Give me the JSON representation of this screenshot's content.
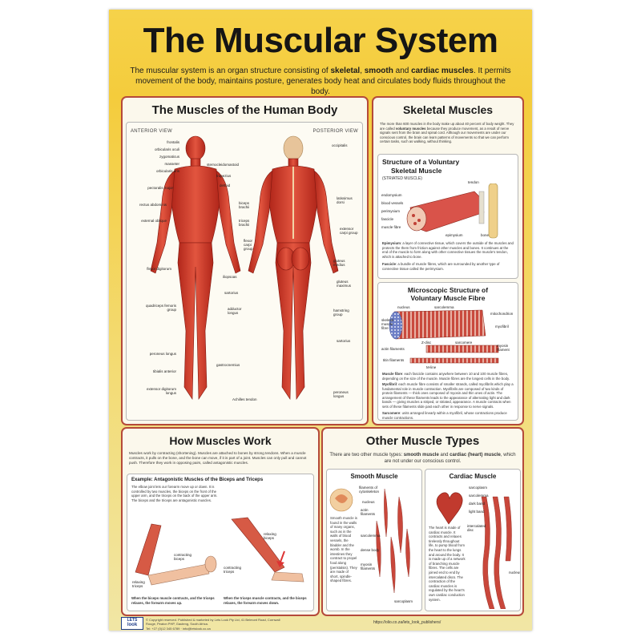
{
  "title": "The Muscular System",
  "intro": {
    "text_1": "The muscular system is an organ structure consisting of ",
    "skeletal": "skeletal",
    "sep_1": ", ",
    "smooth": "smooth",
    "sep_2": " and ",
    "cardiac": "cardiac muscles",
    "text_2": ". It permits movement of the body, maintains posture, generates body heat and circulates body fluids throughout the body."
  },
  "human_body": {
    "heading": "The Muscles of the Human Body",
    "anterior_view": "ANTERIOR VIEW",
    "posterior_view": "POSTERIOR VIEW",
    "labels": {
      "frontalis": "frontalis",
      "orbicularis_oculi": "orbicularis oculi",
      "zygomaticus": "zygomaticus",
      "masseter": "masseter",
      "orbicularis_oris": "orbicularis oris",
      "pectoralis_major": "pectoralis major",
      "rectus_abdominis": "rectus abdominis",
      "external_oblique": "external oblique",
      "flexor_digitorum": "flexor digitorum",
      "quadriceps": "quadriceps femoris group",
      "peroneus_longus": "peroneus longus",
      "tibialis_anterior": "tibialis anterior",
      "extensor_digitorum": "extensor digitorum longus",
      "sternocleidomastoid": "sternocleidomastoid",
      "trapezius": "trapezius",
      "deltoid": "deltoid",
      "biceps": "biceps brachii",
      "triceps": "triceps brachii",
      "flexor_carpi": "flexor carpi group",
      "iliopsoas": "iliopsoas",
      "sartorius": "sartorius",
      "adductor_longus": "adductor longus",
      "gastrocnemius": "gastrocnemius",
      "achilles": "Achilles tendon",
      "occipitalis": "occipitalis",
      "latissimus": "latissimus dorsi",
      "extensor_carpi": "extensor carpi group",
      "gluteus_medius": "gluteus medius",
      "gluteus_maximus": "gluteus maximus",
      "hamstring": "hamstring group",
      "sartorius_back": "sartorius",
      "peroneus_back": "peroneus longus"
    }
  },
  "skeletal": {
    "heading": "Skeletal Muscles",
    "text_1": "The more than 600 muscles in the body make up about 40 percent of body weight. They are called ",
    "voluntary": "voluntary muscles",
    "text_2": " because they produce movement, as a result of nerve signals sent from the brain and spinal cord. Although our movements are under our conscious control, the brain can learn patterns of movements so that we can perform certain tasks, such as walking, without thinking.",
    "structure": {
      "heading_1": "Structure of a Voluntary",
      "heading_2": "Skeletal Muscle",
      "subheading": "(STRIATED MUSCLE)",
      "labels": [
        "endomysium",
        "blood vessels",
        "perimysium",
        "fascicle",
        "muscle fibre",
        "epimysium",
        "tendon",
        "bone"
      ],
      "epimysium_term": "Epimysium",
      "epimysium_text": ": a layer of connective tissue, which covers the outside of the muscles and protects the them from friction against other muscles and bones. It continues at the end of the muscle to form along with other connective tissues the muscle's tendon, which is attached to bone.",
      "fascicle_term": "Fascicle",
      "fascicle_text": ": a bundle of muscle fibres, which are surrounded by another type of connective tissue called the perimysium."
    },
    "micro": {
      "heading_1": "Microscopic Structure of",
      "heading_2": "Voluntary Muscle Fibre",
      "labels": [
        "sarcolemma",
        "nucleus",
        "mitochondrion",
        "skeletal muscle fibre",
        "myofibril",
        "actin filaments",
        "Z-disc",
        "sarcomere",
        "myosin filament",
        "M-line",
        "titin filaments"
      ],
      "p1_term": "Muscle fibre",
      "p1_text": ": each fascicle contains anywhere between 10 and 100 muscle fibres, depending on the size of the muscle. Muscle fibres are the longest cells in the body.",
      "p2_term": "Myofibril",
      "p2_text": ": each muscle fibre consists of smaller strands, called myofibrils which play a fundamental role in muscle contraction. Myofibrils are composed of two kinds of protein filaments — thick ones composed of myosin and thin ones of actin. The arrangement of these filaments leads to the appearance of alternating light and dark bands — giving muscles a striped, or striated, appearance. A muscle contracts when sets of these filaments slide past each other in response to nerve signals.",
      "p3_term": "Sarcomere",
      "p3_text": ": units arranged linearly within a myofibril, whose contractions produce muscle contractions."
    }
  },
  "how_work": {
    "heading": "How Muscles Work",
    "text": "Muscles work by contracting (shortening). Muscles are attached to bones by strong tendons. When a muscle contracts, it pulls on the bone, and the bone can move, if it is part of a joint. Muscles can only pull and cannot push. Therefore they work in opposing pairs, called antagonistic muscles.",
    "example_heading": "Example: Antagonistic Muscles of the Biceps and Triceps",
    "example_text": "The elbow joint lets our forearm move up or down. It is controlled by two muscles, the biceps on the front of the upper arm, and the triceps on the back of the upper arm. The biceps and the triceps are antagonistic muscles.",
    "labels": {
      "contracting_biceps": "contracting biceps",
      "relaxing_triceps": "relaxing triceps",
      "relaxing_biceps": "relaxing biceps",
      "contracting_triceps": "contracting triceps"
    },
    "caption_1": "When the biceps muscle contracts, and the triceps relaxes, the forearm moves up.",
    "caption_2": "When the triceps muscle contracts, and the biceps relaxes, the forearm moves down."
  },
  "other_types": {
    "heading": "Other Muscle Types",
    "intro_1": "There are two other muscle types: ",
    "smooth": "smooth muscle",
    "and": " and ",
    "cardiac": "cardiac (heart) muscle",
    "intro_2": ", which are not under our conscious control.",
    "smooth_panel": {
      "heading": "Smooth Muscle",
      "labels": [
        "filaments of cytoskeleton",
        "nucleus",
        "actin filaments",
        "sarcolemma",
        "dense body",
        "myosin filaments",
        "sarcoplasm"
      ],
      "text": "Smooth muscle is found in the walls of many organs, such as in the walls of blood vessels, the bladder and the womb. In the intestines they contract to propel food along (peristalsis). They are made of short, spindle-shaped fibres."
    },
    "cardiac_panel": {
      "heading": "Cardiac Muscle",
      "labels": [
        "sarcoplasm",
        "sarcolemma",
        "dark band",
        "light band",
        "intercalated disc",
        "nucleus"
      ],
      "text": "The heart is made of cardiac muscle. It contracts and relaxes tirelessly throughout life, to pump blood from the heart to the lungs and around the body. It is made up of a network of branching muscle fibres. The cells are joined end to end by intercalated discs. The contraction of the cardiac muscles is regulated by the heart's own cardiac conduction system."
    }
  },
  "footer": {
    "logo_1": "LETS",
    "logo_2": "look",
    "copyright": "© Copyright reserved. Published & marketed by Lets Look Pty Ltd, 41 Belmont Road, Cornwall Rouge, Peaton PHP, Gauteng, South Africa.",
    "contact": "Tel: +27 (0)12 345 6789 · info@letslook.co.za",
    "url": "https://olio.co.za/lets_look_publishers/"
  }
}
